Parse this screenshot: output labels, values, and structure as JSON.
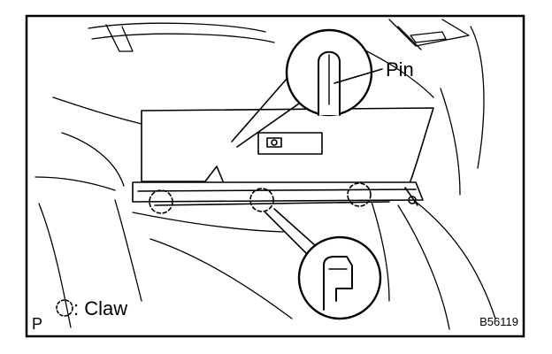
{
  "callouts": {
    "pin_label": "Pin",
    "claw_legend": ": Claw"
  },
  "corner": {
    "view_letter": "P",
    "figure_code": "B56119"
  },
  "colors": {
    "ink": "#000000",
    "paper": "#ffffff"
  }
}
